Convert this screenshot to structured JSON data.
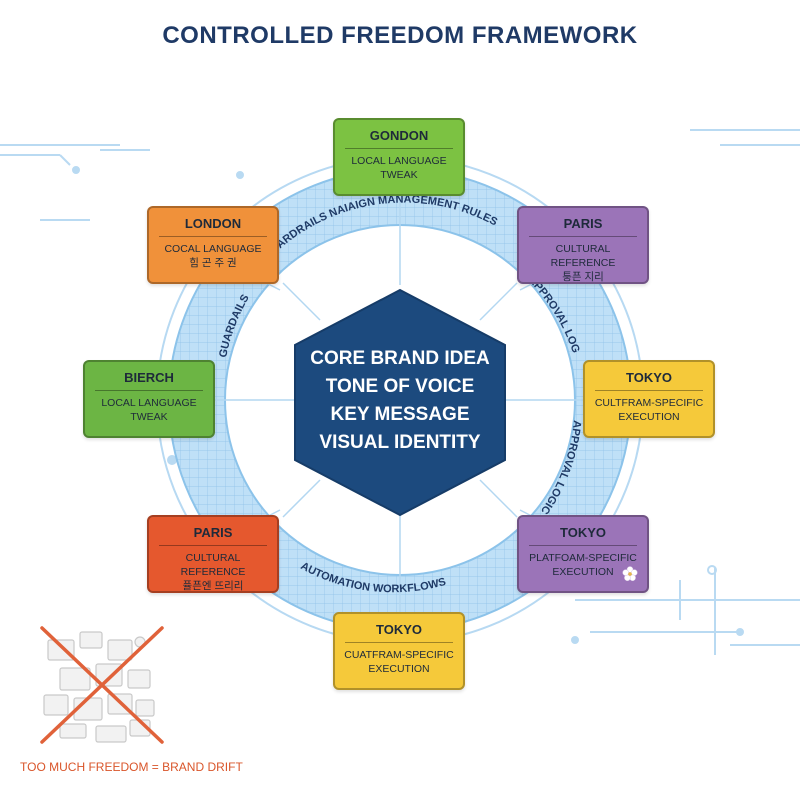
{
  "title": "CONTROLLED FREEDOM FRAMEWORK",
  "core": {
    "lines": [
      "CORE BRAND IDEA",
      "TONE OF VOICE",
      "KEY MESSAGE",
      "VISUAL IDENTITY"
    ]
  },
  "ring_labels": {
    "top": "GUARDRAILS NAIAIGN MANAGEMENT RULES",
    "left": "GUARDAILS",
    "right_upper": "APPROVAL LOGIC",
    "right_lower": "APPROVAL LOGIC",
    "bottom": "AUTOMATION WORKFLOWS"
  },
  "cards": [
    {
      "city": "GONDON",
      "desc": [
        "LOCAL LANGUAGE",
        "TWEAK"
      ],
      "color": "green"
    },
    {
      "city": "PARIS",
      "desc": [
        "CULTURAL REFERENCE",
        "퉁픈 지리"
      ],
      "color": "purple"
    },
    {
      "city": "TOKYO",
      "desc": [
        "CULTFRAM-SPECIFIC",
        "EXECUTION"
      ],
      "color": "yellow"
    },
    {
      "city": "TOKYO",
      "desc": [
        "PLATFOAM-SPECIFIC",
        "EXECUTION"
      ],
      "color": "purple"
    },
    {
      "city": "TOKYO",
      "desc": [
        "CUATFRAM-SPECIFIC",
        "EXECUTION"
      ],
      "color": "yellow"
    },
    {
      "city": "PARIS",
      "desc": [
        "CULTURAL REFERENCE",
        "퓰픈엔 뜨리리"
      ],
      "color": "red"
    },
    {
      "city": "BIERCH",
      "desc": [
        "LOCAL LANGUAGE",
        "TWEAK"
      ],
      "color": "green"
    },
    {
      "city": "LONDON",
      "desc": [
        "COCAL LANGUAGE",
        "힘 곤 주 권"
      ],
      "color": "orange"
    }
  ],
  "warning": "TOO MUCH FREEDOM = BRAND DRIFT",
  "icons": {
    "flower": "flower-icon",
    "warning": "crossed-out-clutter-icon"
  },
  "colors": {
    "navy": "#1f3a66",
    "core": "#1c4a7e",
    "ring": "#a9d3f2",
    "green": "#7cc242",
    "orange": "#f0913a",
    "purple": "#9b74b8",
    "yellow": "#f5c93a",
    "red": "#e5582e",
    "warning": "#d9552a"
  }
}
